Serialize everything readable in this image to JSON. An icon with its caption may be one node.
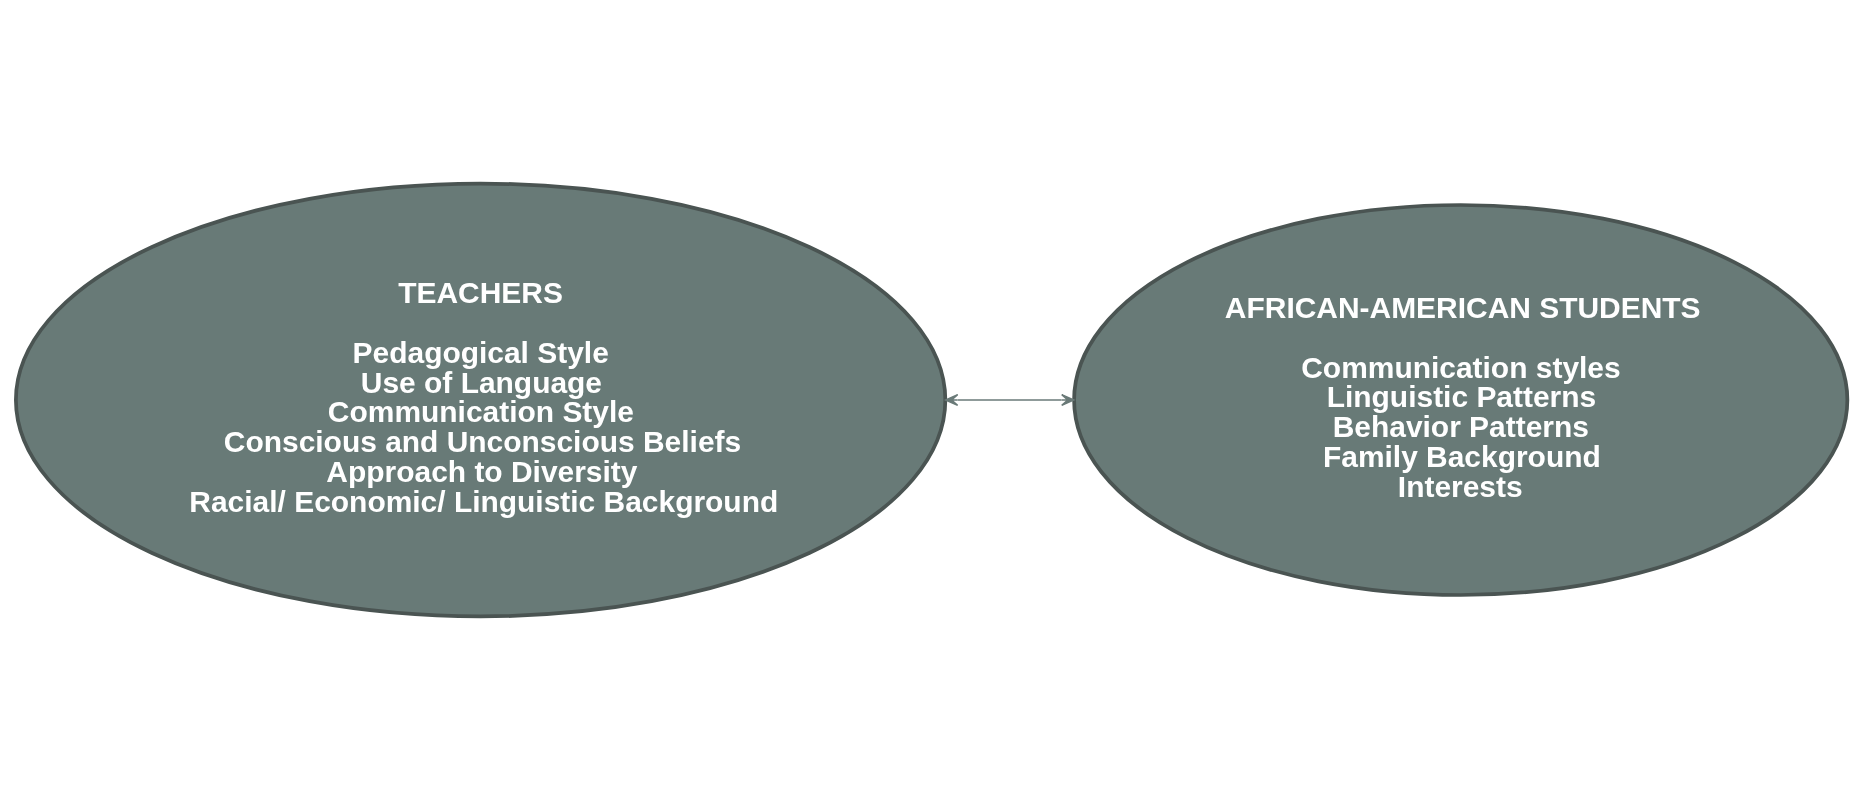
{
  "diagram": {
    "nodes": [
      {
        "text": [
          "TEACHERS",
          "Pedagogical Style",
          "Use of Language",
          "Communication Style",
          "Conscious and Unconscious Beliefs",
          "Approach to Diversity",
          "Racial/ Economic/ Linguistic Background"
        ]
      },
      {
        "text": [
          "AFRICAN-AMERICAN STUDENTS",
          "Communication styles",
          "Linguistic Patterns",
          "Behavior Patterns",
          "Family Background",
          "Interests"
        ]
      }
    ],
    "edges": [
      {
        "from": 0,
        "to": 1,
        "arrow": "both"
      }
    ]
  }
}
